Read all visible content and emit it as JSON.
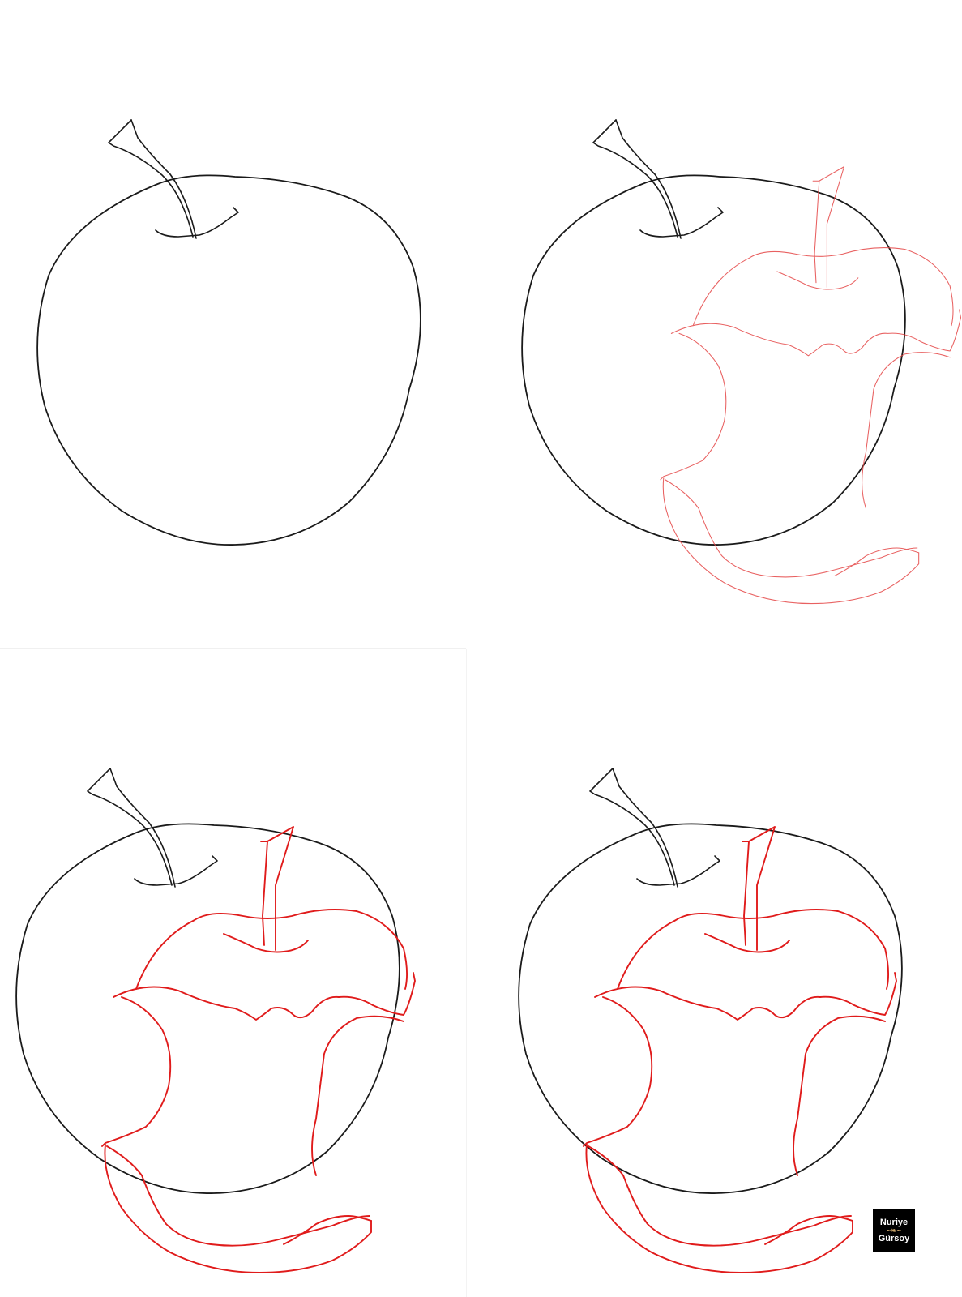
{
  "colors": {
    "outline": "#1a1a1a",
    "guide": "#e01b1b",
    "background": "#ffffff"
  },
  "steps": [
    {
      "step": 1,
      "shows": "apple-outline"
    },
    {
      "step": 2,
      "shows": "apple-outline-with-light-bite-guides"
    },
    {
      "step": 3,
      "shows": "apple-outline-with-bold-bite-lines"
    },
    {
      "step": 4,
      "shows": "final-bitten-apple-drawing"
    }
  ],
  "logo": {
    "line1": "Nuriye",
    "line2": "Gürsoy"
  }
}
